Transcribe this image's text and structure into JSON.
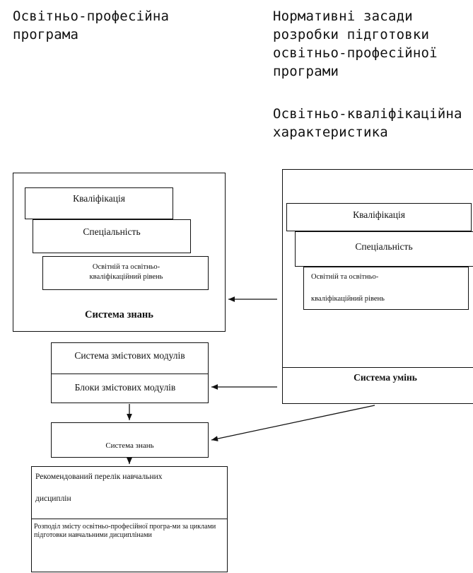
{
  "headings": {
    "left": "Освітньо-професійна програма",
    "right_top": "Нормативні засади розробки підготовки освітньо-професійної програми",
    "right_sub": "Освітньо-кваліфікаційна характеристика"
  },
  "left_panel": {
    "qualification": "Кваліфікація",
    "specialty": "Спеціальність",
    "level": "Освітній та освітньо-кваліфікаційний рівень",
    "caption": "Система знань"
  },
  "right_panel": {
    "qualification": "Кваліфікація",
    "specialty": "Спеціальність",
    "level_line1": "Освітній та освітньо-",
    "level_line2": "кваліфікаційний рівень",
    "caption": "Система умінь"
  },
  "modules": {
    "system": "Система змістових  модулів",
    "blocks": "Блоки змістових модулів"
  },
  "knowledge_box": "Система знань",
  "disciplines": {
    "line1": "Рекомендований перелік навчальних",
    "line2": "дисциплін"
  },
  "distribution": "Розподіл змісту освітньо-професійної програ-ми за циклами  підготовки навчальними дисциплінами"
}
